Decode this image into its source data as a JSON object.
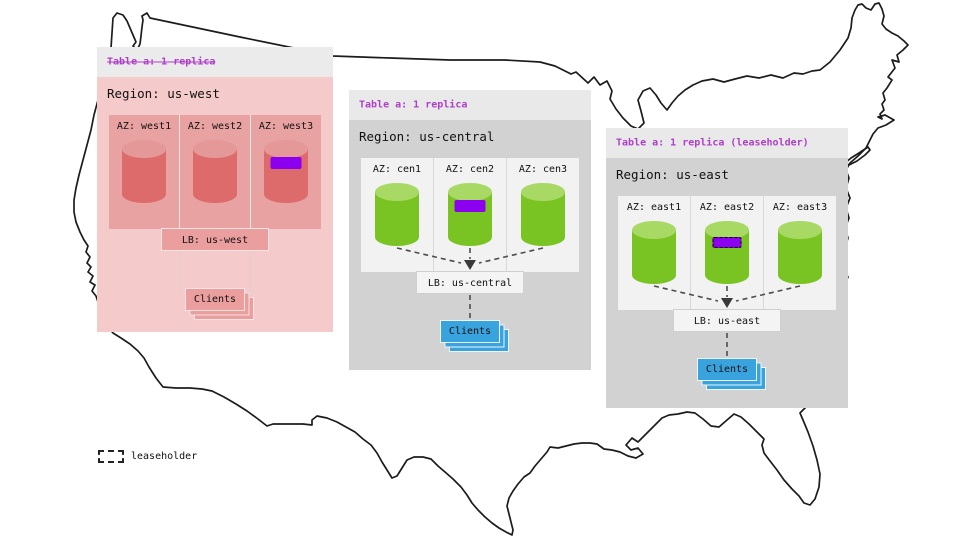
{
  "colors": {
    "purple-text": "#ae3ec9",
    "chip": "#8a00ef",
    "map-stroke": "#222222",
    "arrow": "#3a3a3a"
  },
  "legend": {
    "label": "leaseholder"
  },
  "regions": [
    {
      "table_label": "Table a: 1 replica",
      "table_strikethrough": true,
      "region_label": "Region: us-west",
      "lb_label": "LB: us-west",
      "clients_label": "Clients",
      "azs": [
        {
          "label": "AZ: west1",
          "chip": false,
          "leaseholder": false
        },
        {
          "label": "AZ: west2",
          "chip": false,
          "leaseholder": false
        },
        {
          "label": "AZ: west3",
          "chip": true,
          "leaseholder": false
        }
      ],
      "theme": {
        "panel-bg": "#f5caca",
        "header-bg": "#ebebeb",
        "container-bg": "#e9a2a2",
        "sep": "rgba(255,255,255,0.75)",
        "cyl-body": "#dd6b6b",
        "cyl-top": "#e59898",
        "box-bg": "#eb9e9e",
        "box-border": "#f6e3e3",
        "clients-bg": "#eb9e9e",
        "clients-border": "#f6e3e3",
        "conn": "#e3cdcd"
      }
    },
    {
      "table_label": "Table a: 1 replica",
      "table_strikethrough": false,
      "region_label": "Region: us-central",
      "lb_label": "LB: us-central",
      "clients_label": "Clients",
      "azs": [
        {
          "label": "AZ: cen1",
          "chip": false,
          "leaseholder": false
        },
        {
          "label": "AZ: cen2",
          "chip": true,
          "leaseholder": false
        },
        {
          "label": "AZ: cen3",
          "chip": false,
          "leaseholder": false
        }
      ],
      "theme": {
        "panel-bg": "#d2d2d2",
        "header-bg": "#e9e9e9",
        "container-bg": "#f2f2f2",
        "sep": "#d8d8d8",
        "cyl-body": "#79c322",
        "cyl-top": "#a8d964",
        "box-bg": "#f4f4f4",
        "box-border": "#cfcfcf",
        "clients-bg": "#38a3dc",
        "clients-border": "#eef6fb",
        "conn": "#4d4d4d"
      }
    },
    {
      "table_label": "Table a: 1 replica (leaseholder)",
      "table_strikethrough": false,
      "region_label": "Region: us-east",
      "lb_label": "LB: us-east",
      "clients_label": "Clients",
      "azs": [
        {
          "label": "AZ: east1",
          "chip": false,
          "leaseholder": false
        },
        {
          "label": "AZ: east2",
          "chip": true,
          "leaseholder": true
        },
        {
          "label": "AZ: east3",
          "chip": false,
          "leaseholder": false
        }
      ],
      "theme": {
        "panel-bg": "#d2d2d2",
        "header-bg": "#e9e9e9",
        "container-bg": "#f2f2f2",
        "sep": "#d8d8d8",
        "cyl-body": "#79c322",
        "cyl-top": "#a8d964",
        "box-bg": "#f4f4f4",
        "box-border": "#cfcfcf",
        "clients-bg": "#38a3dc",
        "clients-border": "#eef6fb",
        "conn": "#4d4d4d"
      }
    }
  ]
}
